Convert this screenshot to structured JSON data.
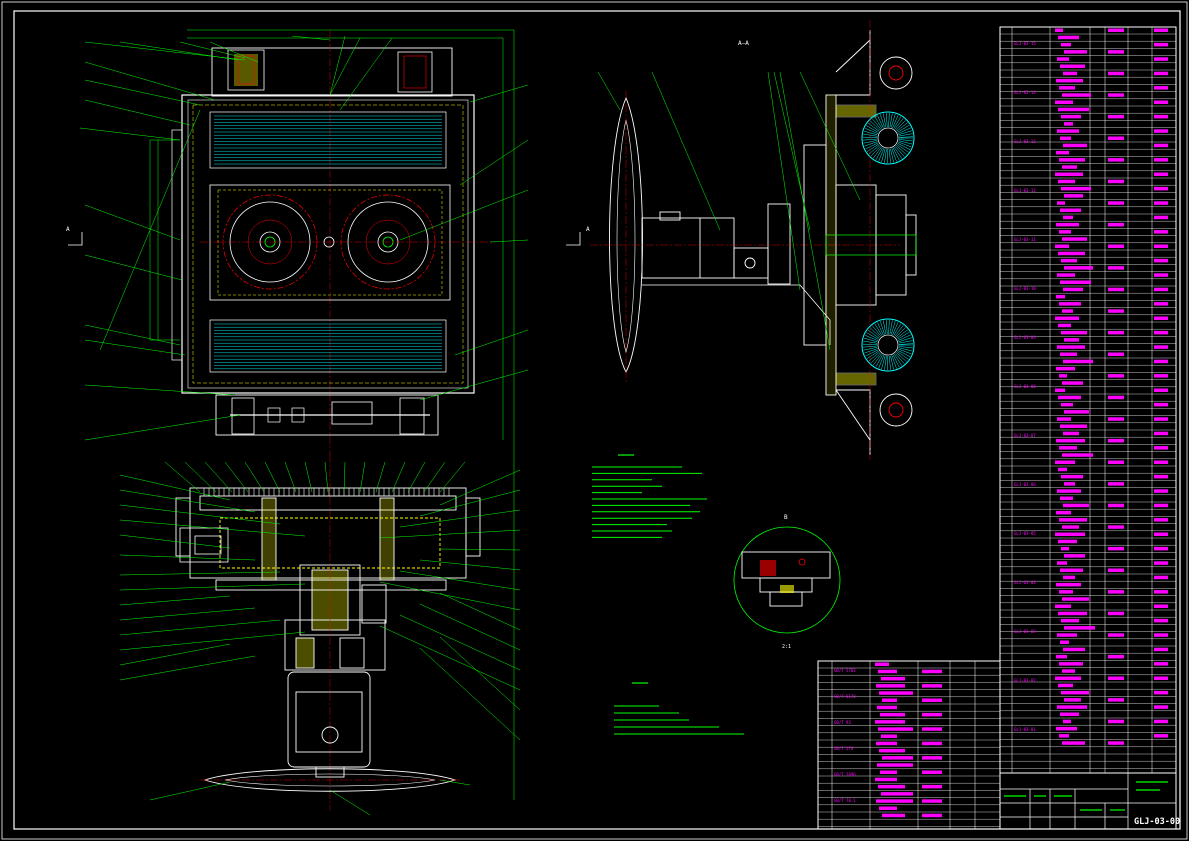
{
  "drawing_number": "GLJ-03-00",
  "section_a_label": "A—A",
  "detail_b_label": "B",
  "detail_scale_label": "2:1",
  "cut_mark_a": "A",
  "colors": {
    "frame": "#ffffff",
    "geometry": "#00ff00",
    "part_list": "#ff00ff",
    "center_lines": "#ff0000",
    "hidden": "#ffff00",
    "brush": "#00ffff"
  },
  "part_codes": [
    "GLJ-03-15",
    "GLJ-03-14",
    "GLJ-03-13",
    "GLJ-03-12",
    "GLJ-03-11",
    "GLJ-03-10",
    "GLJ-03-09",
    "GLJ-03-08",
    "GLJ-03-07",
    "GLJ-03-06",
    "GLJ-03-05",
    "GLJ-03-04",
    "GLJ-03-03",
    "GLJ-03-02",
    "GLJ-03-01"
  ],
  "standard_codes": [
    "GB/T 5783",
    "GB/T 6170",
    "GB/T 93",
    "GB/T 276",
    "GB/T 1096",
    "GB/T 70.1"
  ]
}
